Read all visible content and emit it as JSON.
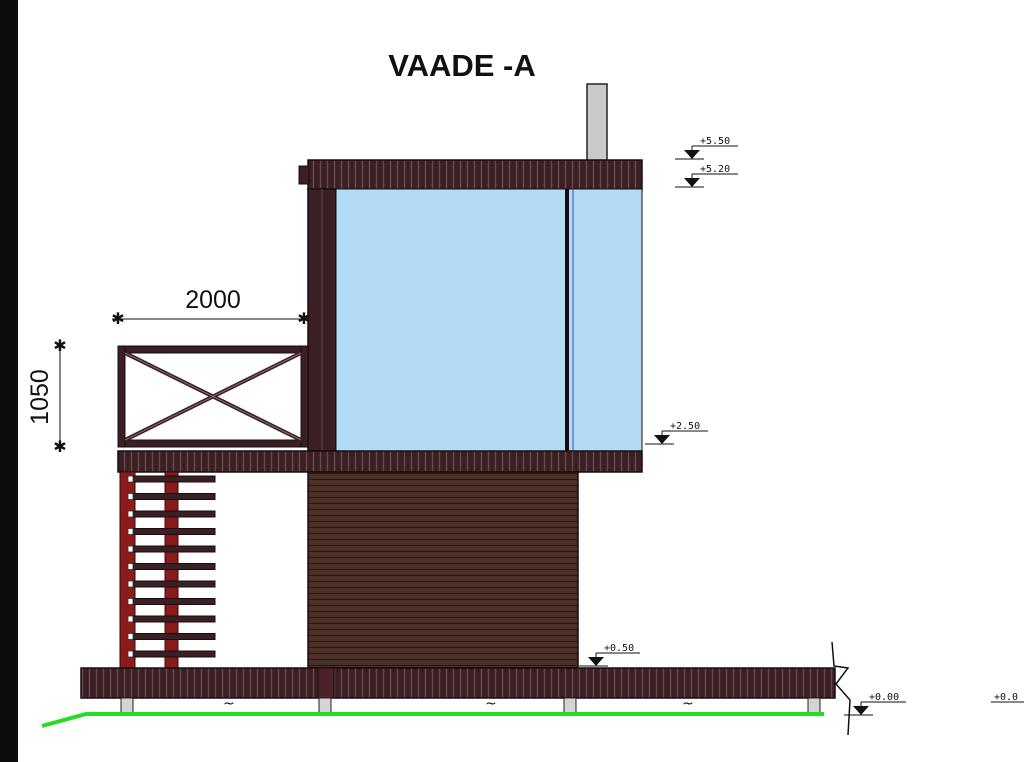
{
  "drawing": {
    "title": "VAADE -A",
    "dimensions": {
      "width_label": "2000",
      "height_label": "1050"
    },
    "levels": [
      {
        "label": "+5.50",
        "elevation": 5.5
      },
      {
        "label": "+5.20",
        "elevation": 5.2
      },
      {
        "label": "+2.50",
        "elevation": 2.5
      },
      {
        "label": "+0.50",
        "elevation": 0.5
      },
      {
        "label": "+0.00",
        "elevation": 0.0
      },
      {
        "label": "+0.0",
        "elevation": 0.0
      }
    ],
    "ground_marks": [
      "~",
      "~",
      "~"
    ],
    "colors": {
      "wood": "#3a1f24",
      "wood_light": "#5a3a3c",
      "cladding": "#4a3026",
      "glass": "#b2dcf5",
      "ladder_rail": "#8b1a1a",
      "ground_line": "#22dd22",
      "chimney": "#c9c9c9"
    }
  }
}
